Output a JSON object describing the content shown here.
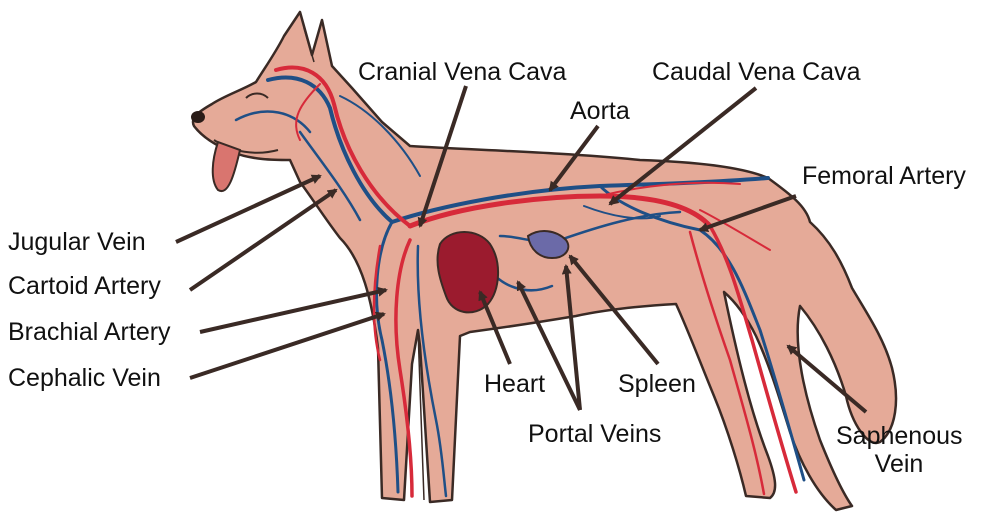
{
  "labels": {
    "cranial_vena_cava": "Cranial Vena Cava",
    "caudal_vena_cava": "Caudal Vena Cava",
    "aorta": "Aorta",
    "femoral_artery": "Femoral Artery",
    "jugular_vein": "Jugular Vein",
    "cartoid_artery": "Cartoid Artery",
    "brachial_artery": "Brachial Artery",
    "cephalic_vein": "Cephalic Vein",
    "heart": "Heart",
    "spleen": "Spleen",
    "portal_veins": "Portal Veins",
    "saphenous_vein_line1": "Saphenous",
    "saphenous_vein_line2": "Vein"
  },
  "colors": {
    "body_fill": "#e5aa98",
    "body_outline": "#3a2a25",
    "artery": "#d72a3a",
    "vein": "#1f4f86",
    "heart": "#9b1b2e",
    "spleen": "#6b6aa8",
    "leader": "#3a2a25",
    "text": "#111111"
  }
}
